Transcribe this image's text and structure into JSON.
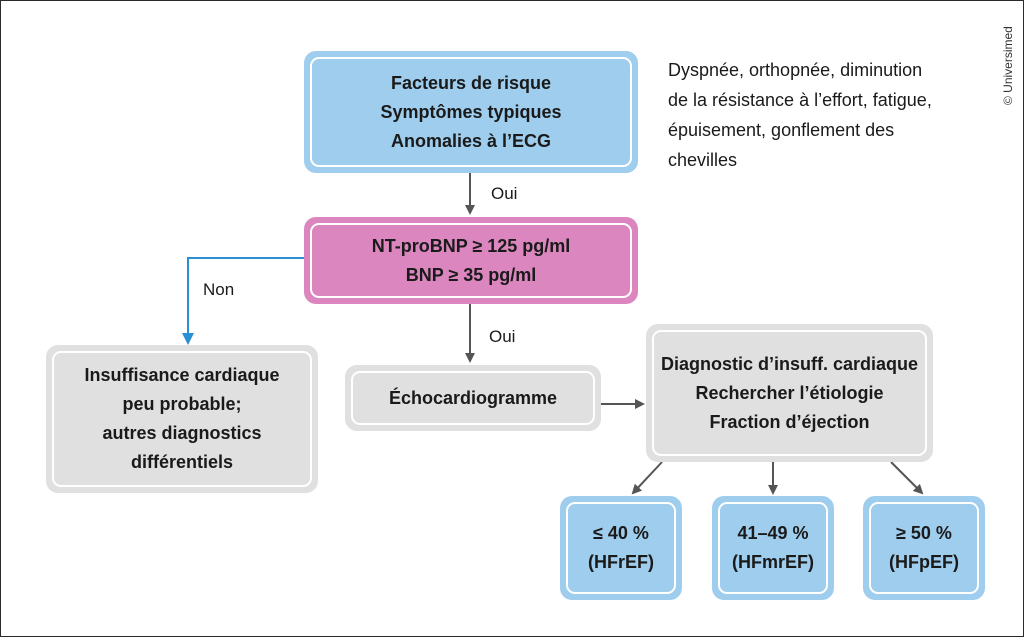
{
  "nodes": {
    "risk": [
      "Facteurs de risque",
      "Symptômes typiques",
      "Anomalies à l’ECG"
    ],
    "bnp": [
      "NT-proBNP ≥ 125 pg/ml",
      "BNP ≥ 35 pg/ml"
    ],
    "unlikely": [
      "Insuffisance cardiaque",
      "peu probable;",
      "autres diagnostics",
      "différentiels"
    ],
    "echo": [
      "Échocardiogramme"
    ],
    "diagnosis": [
      "Diagnostic d’insuff. cardiaque",
      "Rechercher l’étiologie",
      "Fraction d’éjection"
    ],
    "hfref": [
      "≤ 40 %",
      "(HFrEF)"
    ],
    "hfmref": [
      "41–49 %",
      "(HFmrEF)"
    ],
    "hfpef": [
      "≥ 50 %",
      "(HFpEF)"
    ]
  },
  "edge_labels": {
    "yes_1": "Oui",
    "yes_2": "Oui",
    "no": "Non"
  },
  "symptoms_note": [
    "Dyspnée, orthopnée, diminution",
    "de la résistance à l’effort, fatigue,",
    "épuisement, gonflement des",
    "chevilles"
  ],
  "copyright": "© Universimed",
  "colors": {
    "blue": "#9fcdee",
    "pink": "#dc86bf",
    "grey": "#e0e0e0",
    "arrow_grey": "#555555",
    "arrow_blue": "#2a8fd4"
  }
}
